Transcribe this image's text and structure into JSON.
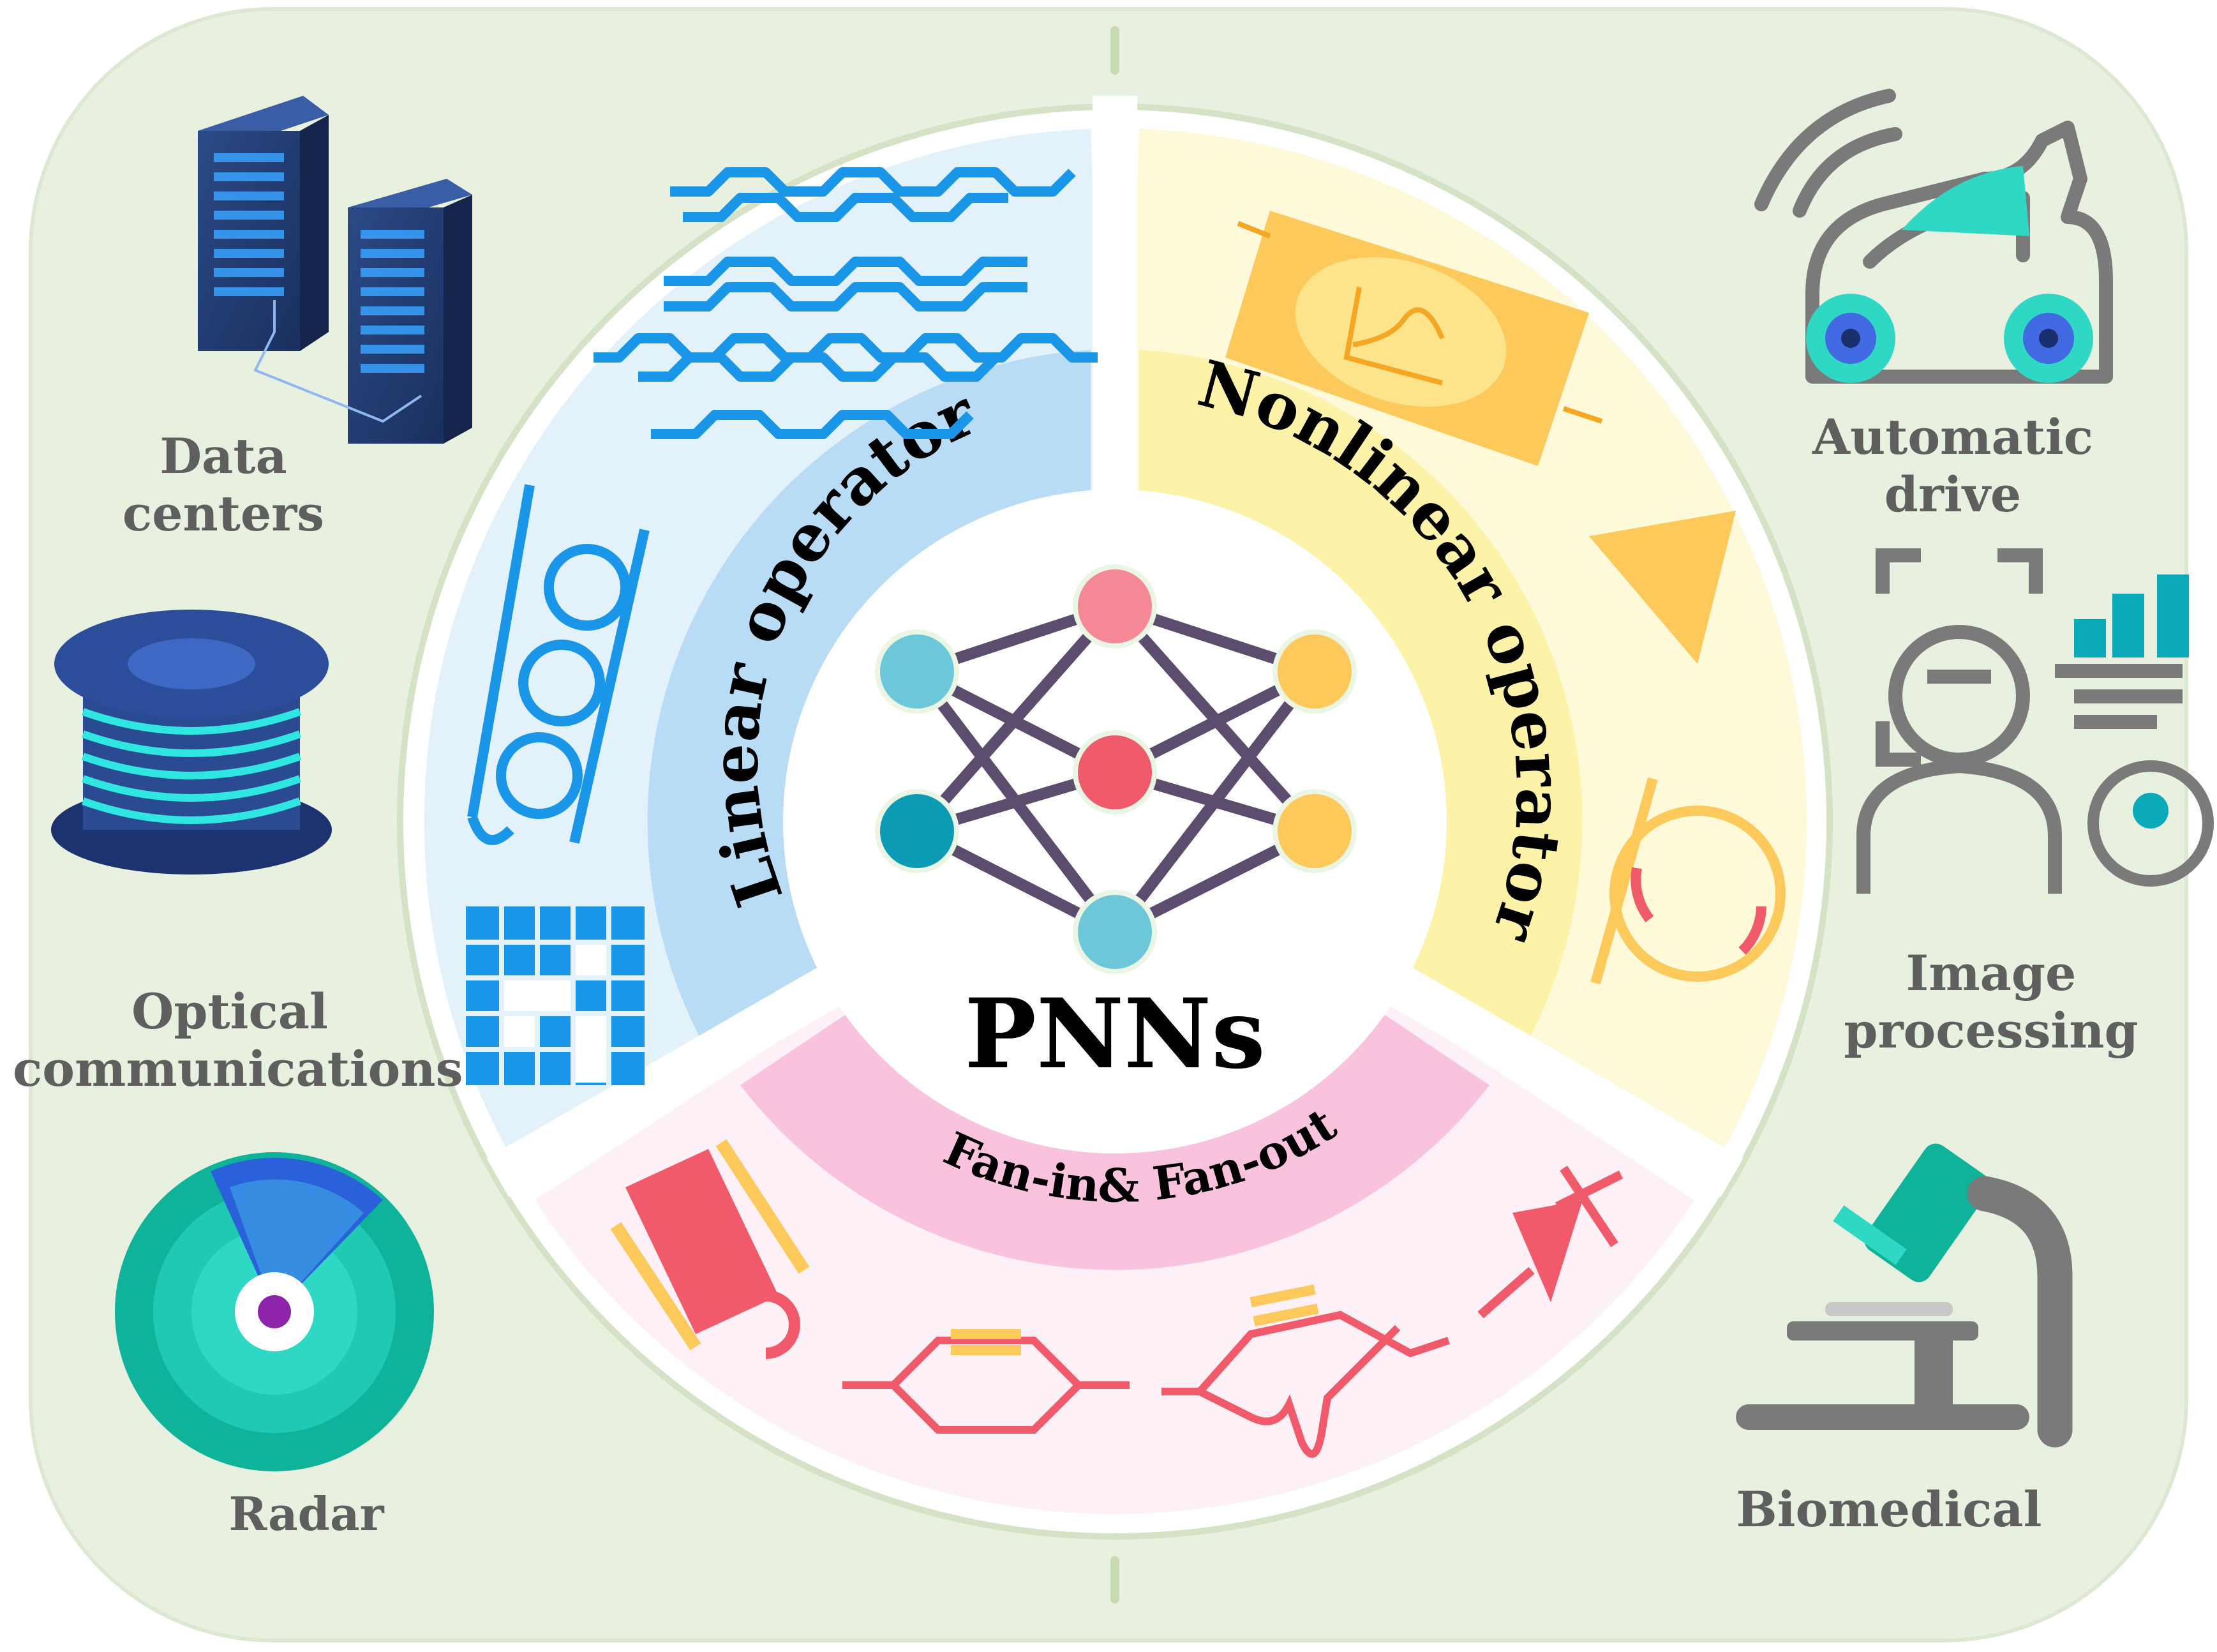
{
  "title": "PNNs",
  "operators": {
    "linear": "Linear operators",
    "nonlinear": "Nonlinear operators",
    "fan": "Fan-in& Fan-out"
  },
  "applications": {
    "left": [
      {
        "id": "data-centers",
        "lines": [
          "Data",
          "centers"
        ],
        "icon": "server-rack-icon"
      },
      {
        "id": "optical-communications",
        "lines": [
          "Optical",
          "communications"
        ],
        "icon": "fiber-spool-icon"
      },
      {
        "id": "radar",
        "lines": [
          "Radar"
        ],
        "icon": "radar-icon"
      }
    ],
    "right": [
      {
        "id": "automatic-drive",
        "lines": [
          "Automatic",
          "drive"
        ],
        "icon": "autonomous-car-icon"
      },
      {
        "id": "image-processing",
        "lines": [
          "Image",
          "processing"
        ],
        "icon": "face-recognition-icon"
      },
      {
        "id": "biomedical",
        "lines": [
          "Biomedical"
        ],
        "icon": "microscope-icon"
      }
    ]
  },
  "colors": {
    "background": "#e8f0e0",
    "linear_outer": "#e3f1fb",
    "linear_band": "#b9dcf6",
    "nonlinear_outer": "#fef9d8",
    "nonlinear_band": "#fdf3a8",
    "fan_outer": "#fdf0f6",
    "fan_band": "#f9c2dd",
    "neuron_cyan": "#6cc8d8",
    "neuron_pink": "#f48895",
    "neuron_red": "#f05a6a",
    "neuron_yellow": "#fcc95a",
    "neuron_teal": "#0b9bb5",
    "edge": "#5c4d6e",
    "label": "#5f5f5f"
  }
}
